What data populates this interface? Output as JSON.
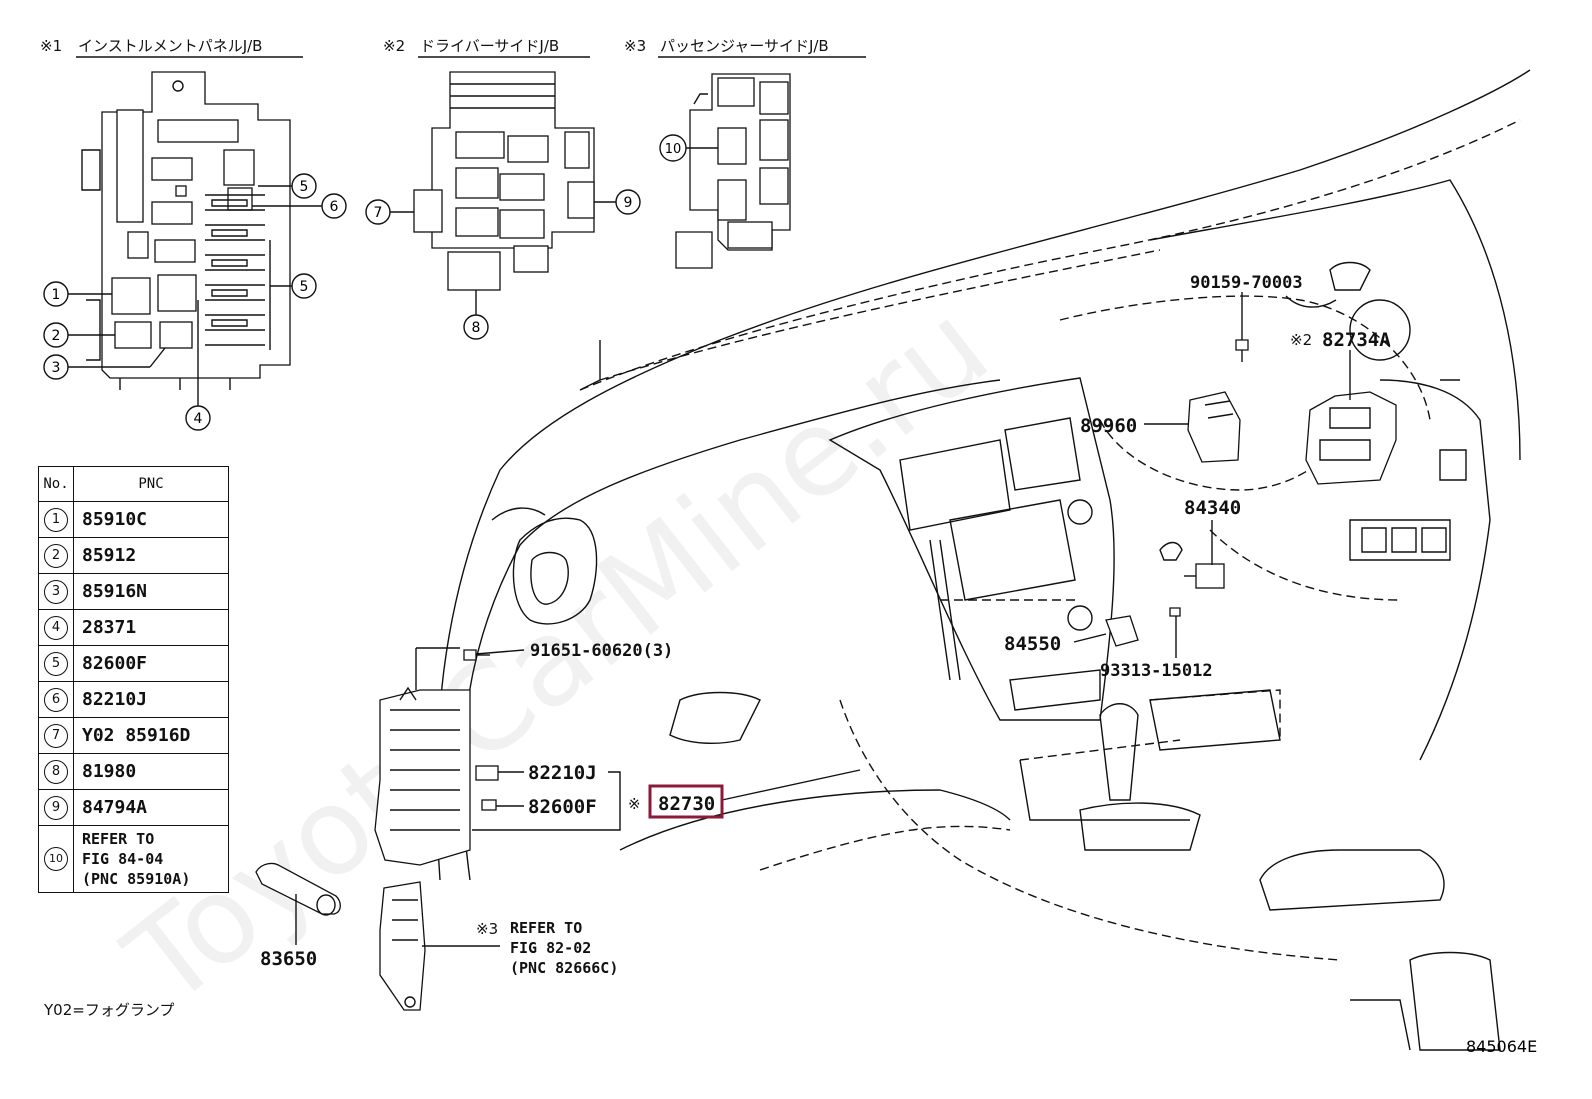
{
  "header": {
    "jb1": {
      "mark": "※1",
      "title": "インストルメントパネルJ/B"
    },
    "jb2": {
      "mark": "※2",
      "title": "ドライバーサイドJ/B"
    },
    "jb3": {
      "mark": "※3",
      "title": "パッセンジャーサイドJ/B"
    }
  },
  "callouts": {
    "c1": "1",
    "c2": "2",
    "c3": "3",
    "c4": "4",
    "c5a": "5",
    "c5b": "5",
    "c6": "6",
    "c7": "7",
    "c8": "8",
    "c9": "9",
    "c10": "10"
  },
  "table": {
    "header_no": "No.",
    "header_pnc": "PNC",
    "rows": [
      {
        "no": "1",
        "pnc": "85910C"
      },
      {
        "no": "2",
        "pnc": "85912"
      },
      {
        "no": "3",
        "pnc": "85916N"
      },
      {
        "no": "4",
        "pnc": "28371"
      },
      {
        "no": "5",
        "pnc": "82600F"
      },
      {
        "no": "6",
        "pnc": "82210J"
      },
      {
        "no": "7",
        "pnc": "Y02 85916D"
      },
      {
        "no": "8",
        "pnc": "81980"
      },
      {
        "no": "9",
        "pnc": "84794A"
      },
      {
        "no": "10",
        "pnc_lines": [
          "REFER TO",
          "FIG 84-04",
          "(PNC 85910A)"
        ]
      }
    ]
  },
  "parts": {
    "p90159": "90159-70003",
    "p82734a_mark": "※2",
    "p82734a": "82734A",
    "p89960": "89960",
    "p84340": "84340",
    "p84550": "84550",
    "p93313": "93313-15012",
    "p91651": "91651-60620(3)",
    "p82210j": "82210J",
    "p82600f": "82600F",
    "p82730_mark": "※",
    "p82730": "82730",
    "p83650": "83650",
    "refer_mark": "※3",
    "refer_lines": [
      "REFER TO",
      "FIG 82-02",
      "(PNC 82666C)"
    ]
  },
  "footnote": "Y02=フォグランプ",
  "figure_id": "845064E",
  "watermark": "ToyotaCarMine.ru",
  "colors": {
    "highlight": "#8b1a3a",
    "line": "#111111"
  }
}
